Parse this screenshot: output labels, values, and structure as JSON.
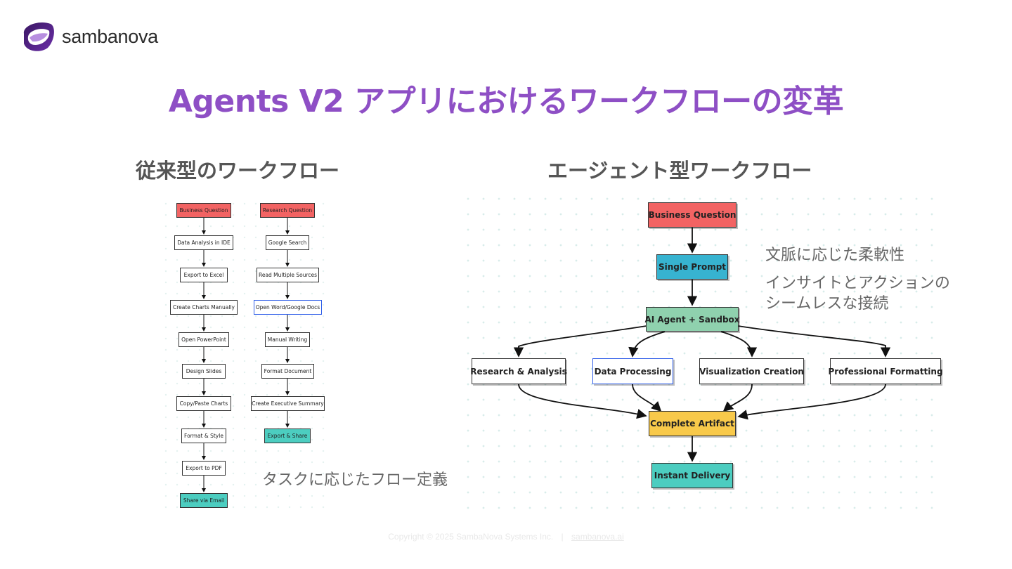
{
  "brand": {
    "name": "sambanova"
  },
  "title": "Agents V2 アプリにおけるワークフローの変革",
  "left_heading": "従来型のワークフロー",
  "right_heading": "エージェント型ワークフロー",
  "traditional": {
    "column1": [
      "Business Question",
      "Data Analysis in IDE",
      "Export to Excel",
      "Create Charts Manually",
      "Open PowerPoint",
      "Design Slides",
      "Copy/Paste Charts",
      "Format & Style",
      "Export to PDF",
      "Share via Email"
    ],
    "column2": [
      "Research Question",
      "Google Search",
      "Read Multiple Sources",
      "Open Word/Google Docs",
      "Manual Writing",
      "Format Document",
      "Create Executive Summary",
      "Export & Share"
    ]
  },
  "agentic": {
    "business_question": "Business Question",
    "single_prompt": "Single Prompt",
    "agent_sandbox": "AI Agent + Sandbox",
    "branches": [
      "Research & Analysis",
      "Data Processing",
      "Visualization Creation",
      "Professional Formatting"
    ],
    "complete_artifact": "Complete Artifact",
    "instant_delivery": "Instant Delivery"
  },
  "notes": {
    "flexibility": "文脈に応じた柔軟性",
    "insight_line1": "インサイトとアクションの",
    "insight_line2": "シームレスな接続",
    "task_flow": "タスクに応じたフロー定義"
  },
  "footer": {
    "copyright": "Copyright © 2025 SambaNova Systems Inc.",
    "separator": "|",
    "link": "sambanova.ai"
  },
  "colors": {
    "title": "#8e4fc5",
    "red": "#f26363",
    "cyan": "#37b3d0",
    "green": "#8fd1ae",
    "yellow": "#f8c94a",
    "teal": "#4ccdc0",
    "highlight_border": "#2f5ee8"
  }
}
